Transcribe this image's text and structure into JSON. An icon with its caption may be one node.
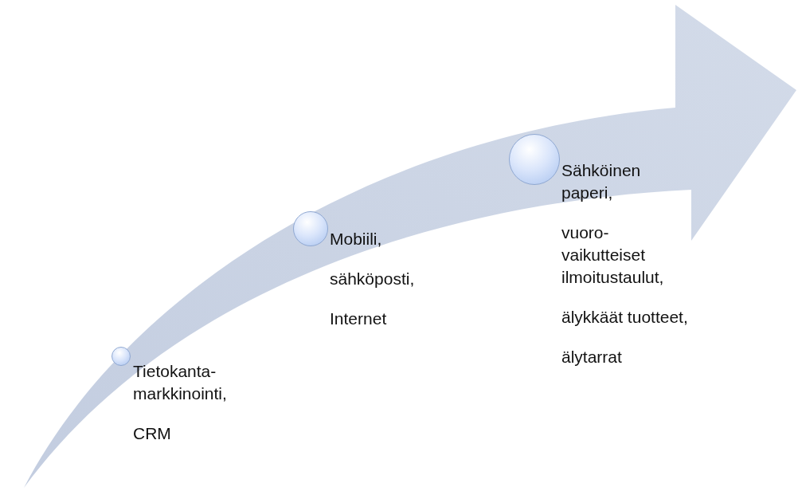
{
  "diagram": {
    "nodes": [
      {
        "text": [],
        "shape": "circle",
        "beside": [
          "Tietokanta-markkinointi,",
          "CRM"
        ]
      },
      {
        "text": [],
        "shape": "circle",
        "beside": [
          "Mobiili,",
          "sähköposti,",
          "Internet"
        ]
      },
      {
        "text": [],
        "shape": "circle",
        "beside": [
          "Sähköinen paperi,",
          "vuoro-vaikutteiset ilmoitustaulut,",
          "älykkäät tuotteet,",
          "älytarrat"
        ]
      }
    ]
  }
}
